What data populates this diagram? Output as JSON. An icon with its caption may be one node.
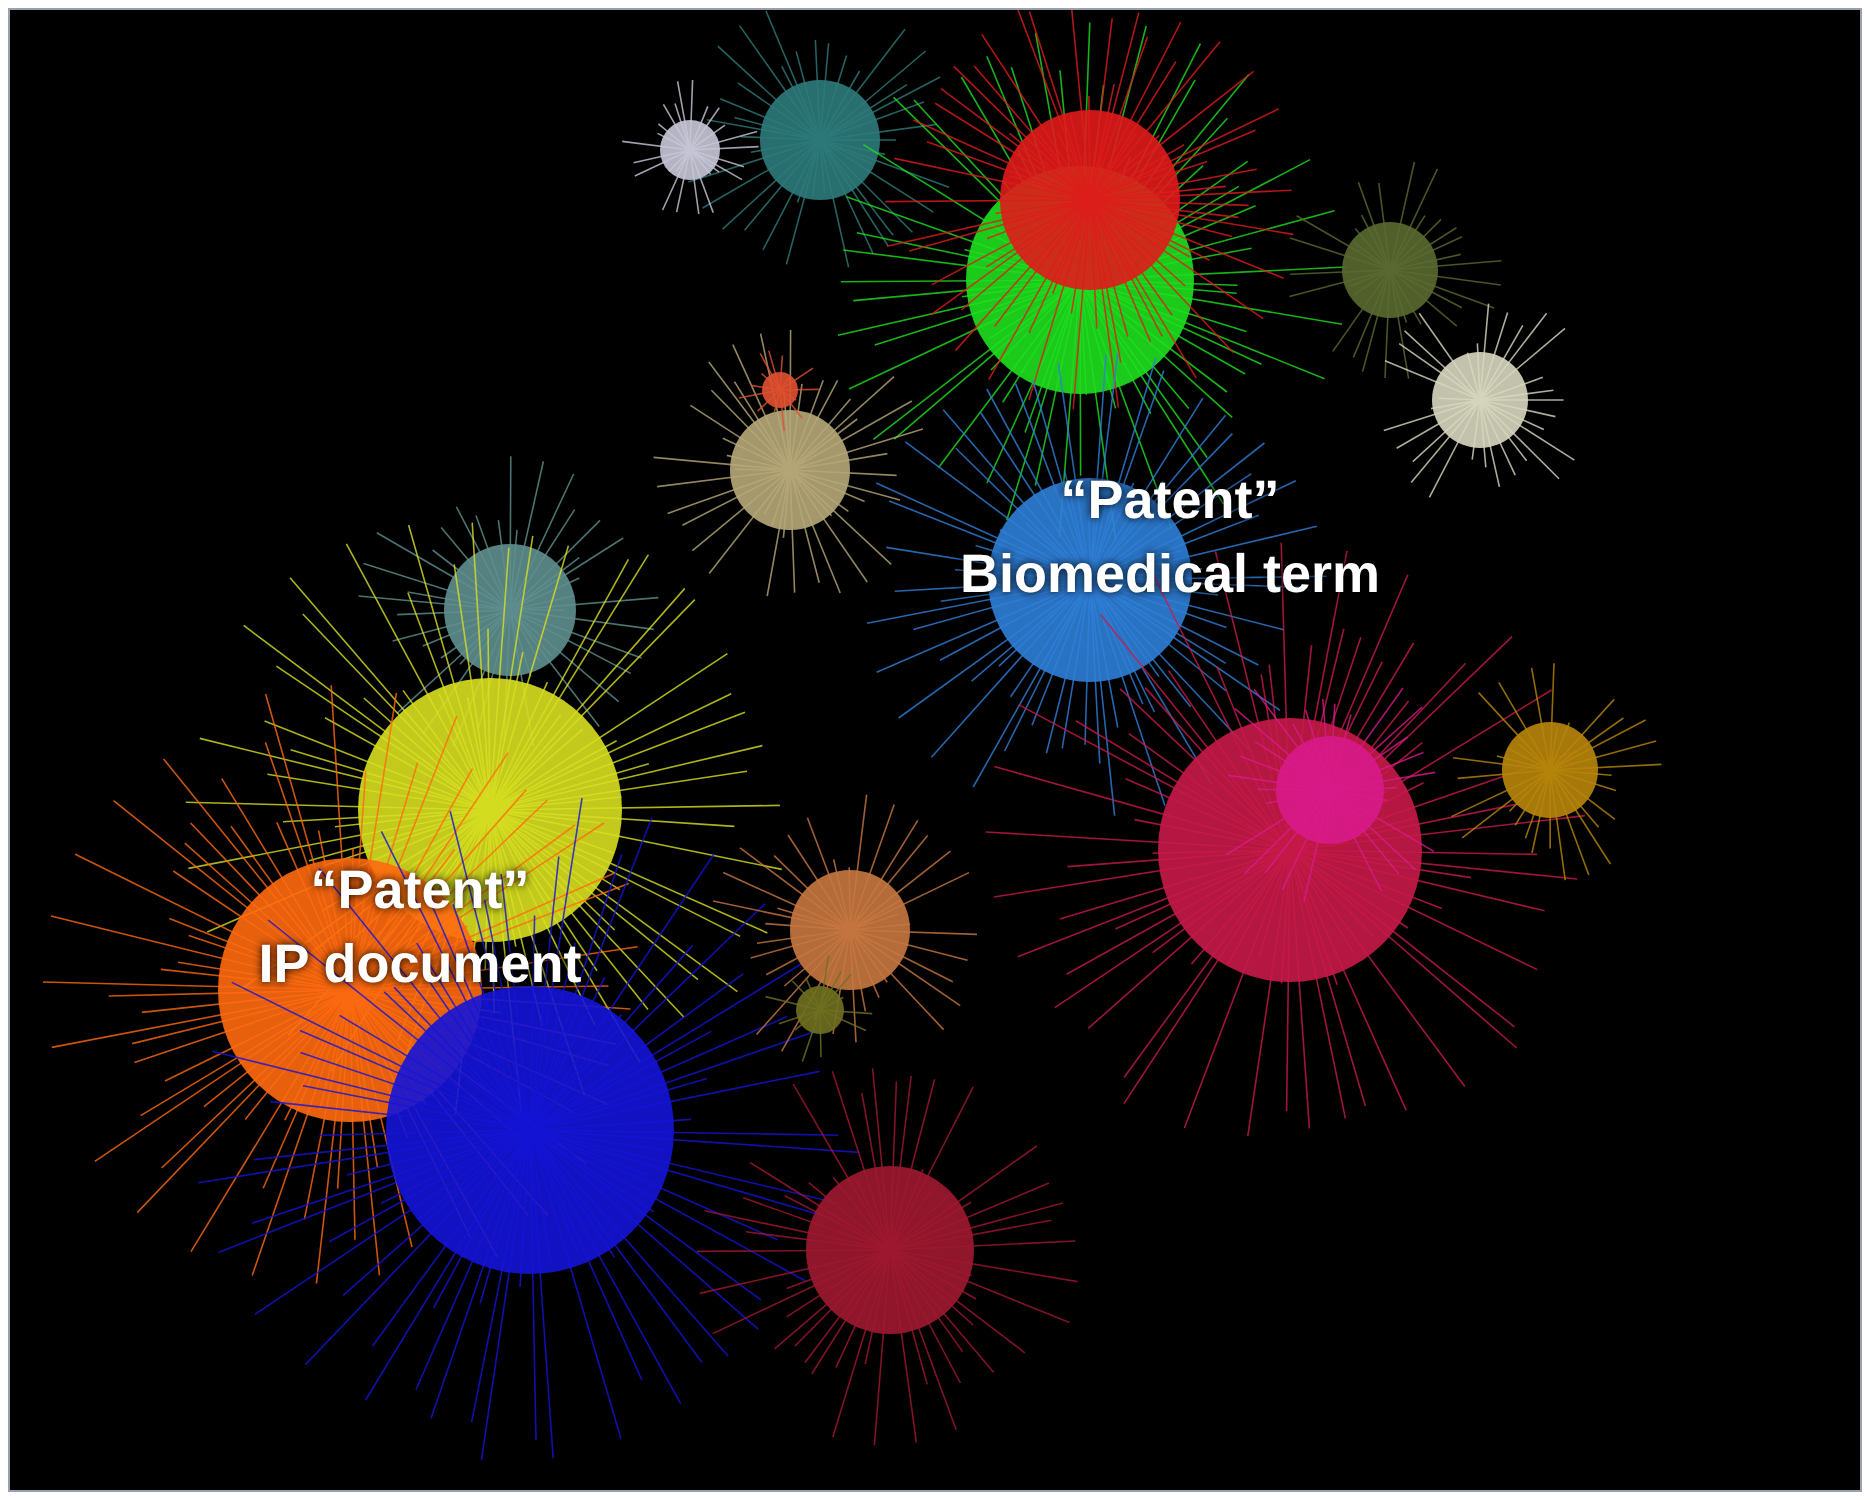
{
  "diagram": {
    "labels": [
      "“Patent”",
      "Biomedical term",
      "“Patent”",
      "IP document"
    ]
  }
}
